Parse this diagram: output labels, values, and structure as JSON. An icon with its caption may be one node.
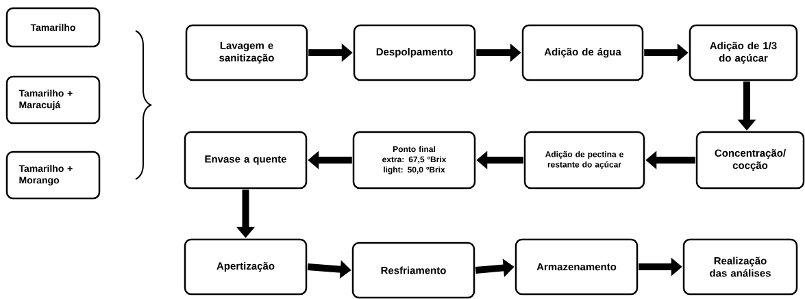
{
  "diagram": {
    "nodes": [
      {
        "text": [
          "Tamarilho"
        ]
      },
      {
        "text": [
          "Tamarilho + Maracujá"
        ]
      },
      {
        "text": [
          "Tamarilho + Morango"
        ]
      },
      {
        "text": [
          "Lavagem e sanitização"
        ]
      },
      {
        "text": [
          "Despolpamento"
        ]
      },
      {
        "text": [
          "Adição de água"
        ]
      },
      {
        "text": [
          "Adição de 1/3 do açúcar"
        ]
      },
      {
        "text": [
          "Concentração/ cocção"
        ]
      },
      {
        "text": [
          "Adição de pectina e restante do açúcar"
        ]
      },
      {
        "text": [
          "Ponto final",
          "extra: 67,5 ºBrix",
          "light: 50,0 ºBrix"
        ]
      },
      {
        "text": [
          "Envase a quente"
        ]
      },
      {
        "text": [
          "Apertização"
        ]
      },
      {
        "text": [
          "Resfriamento"
        ]
      },
      {
        "text": [
          "Armazenamento"
        ]
      },
      {
        "text": [
          "Realização das análises"
        ]
      }
    ],
    "edges": [
      {
        "from": 3,
        "to": 4,
        "arrow": "to"
      },
      {
        "from": 4,
        "to": 5,
        "arrow": "to"
      },
      {
        "from": 5,
        "to": 6,
        "arrow": "to"
      },
      {
        "from": 6,
        "to": 7,
        "arrow": "to"
      },
      {
        "from": 7,
        "to": 8,
        "arrow": "to"
      },
      {
        "from": 8,
        "to": 9,
        "arrow": "to"
      },
      {
        "from": 9,
        "to": 10,
        "arrow": "to"
      },
      {
        "from": 10,
        "to": 11,
        "arrow": "to"
      },
      {
        "from": 11,
        "to": 12,
        "arrow": "to"
      },
      {
        "from": 12,
        "to": 13,
        "arrow": "to"
      },
      {
        "from": 13,
        "to": 14,
        "arrow": "to"
      }
    ]
  }
}
